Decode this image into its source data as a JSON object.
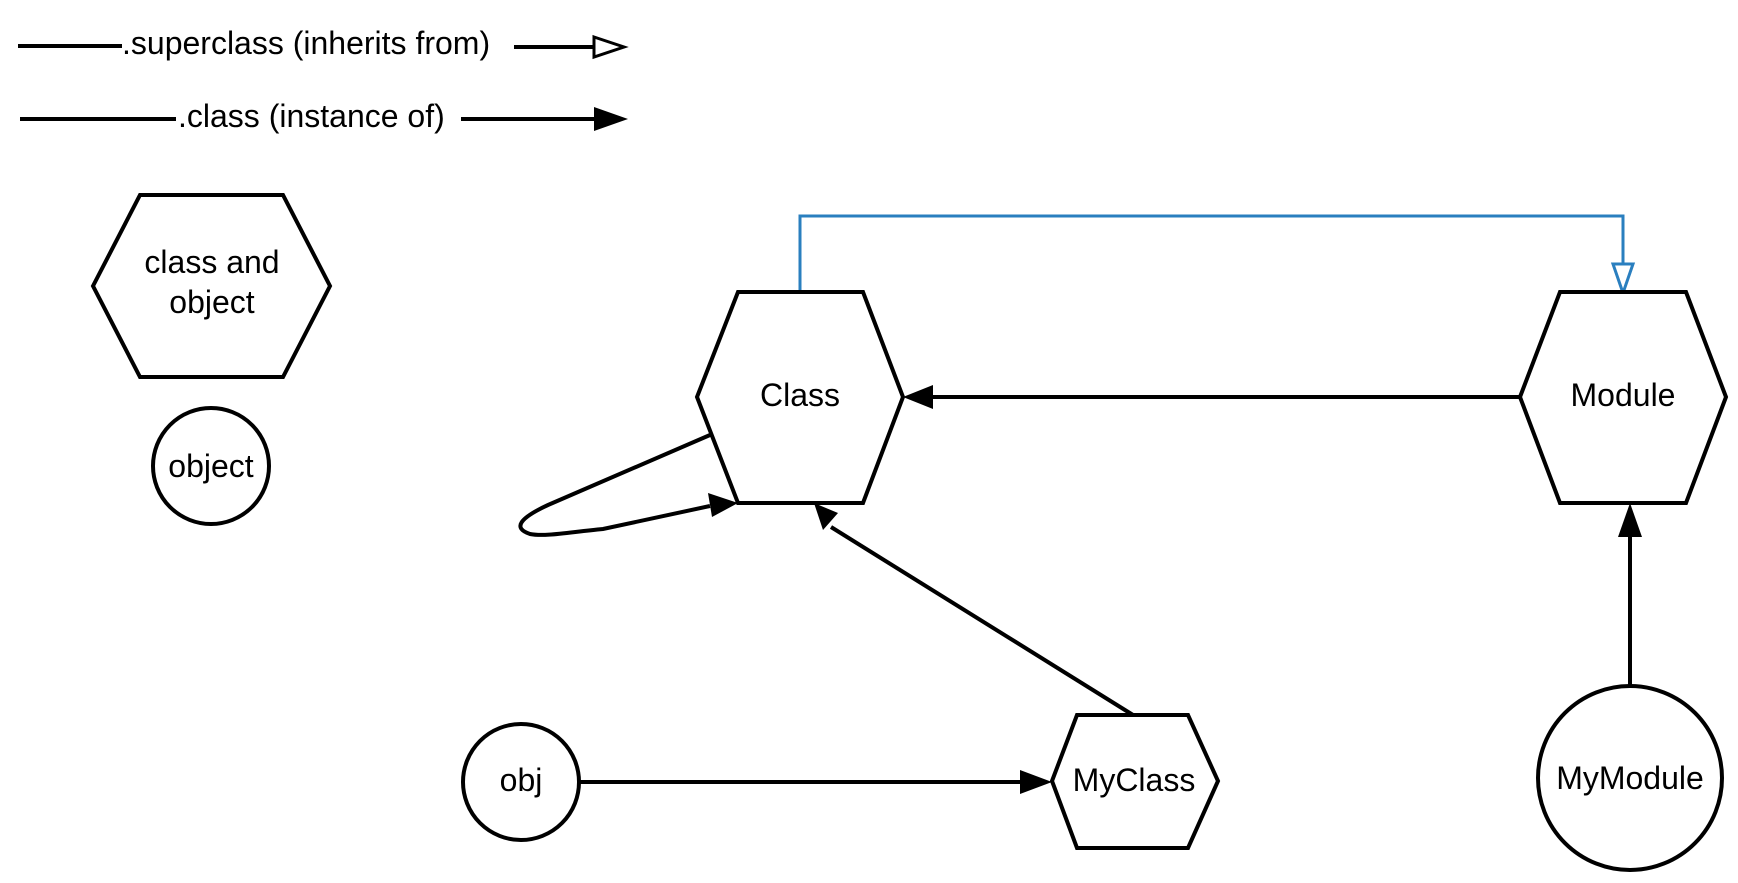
{
  "legend": {
    "superclass_label": ".superclass (inherits from)",
    "class_label": ".class (instance of)",
    "hexagon_label_line1": "class and",
    "hexagon_label_line2": "object",
    "circle_label": "object"
  },
  "nodes": {
    "class": "Class",
    "module": "Module",
    "myclass": "MyClass",
    "obj": "obj",
    "mymodule": "MyModule"
  },
  "colors": {
    "line": "#000000",
    "superclass_edge": "#2a7fbf",
    "background": "#ffffff"
  }
}
